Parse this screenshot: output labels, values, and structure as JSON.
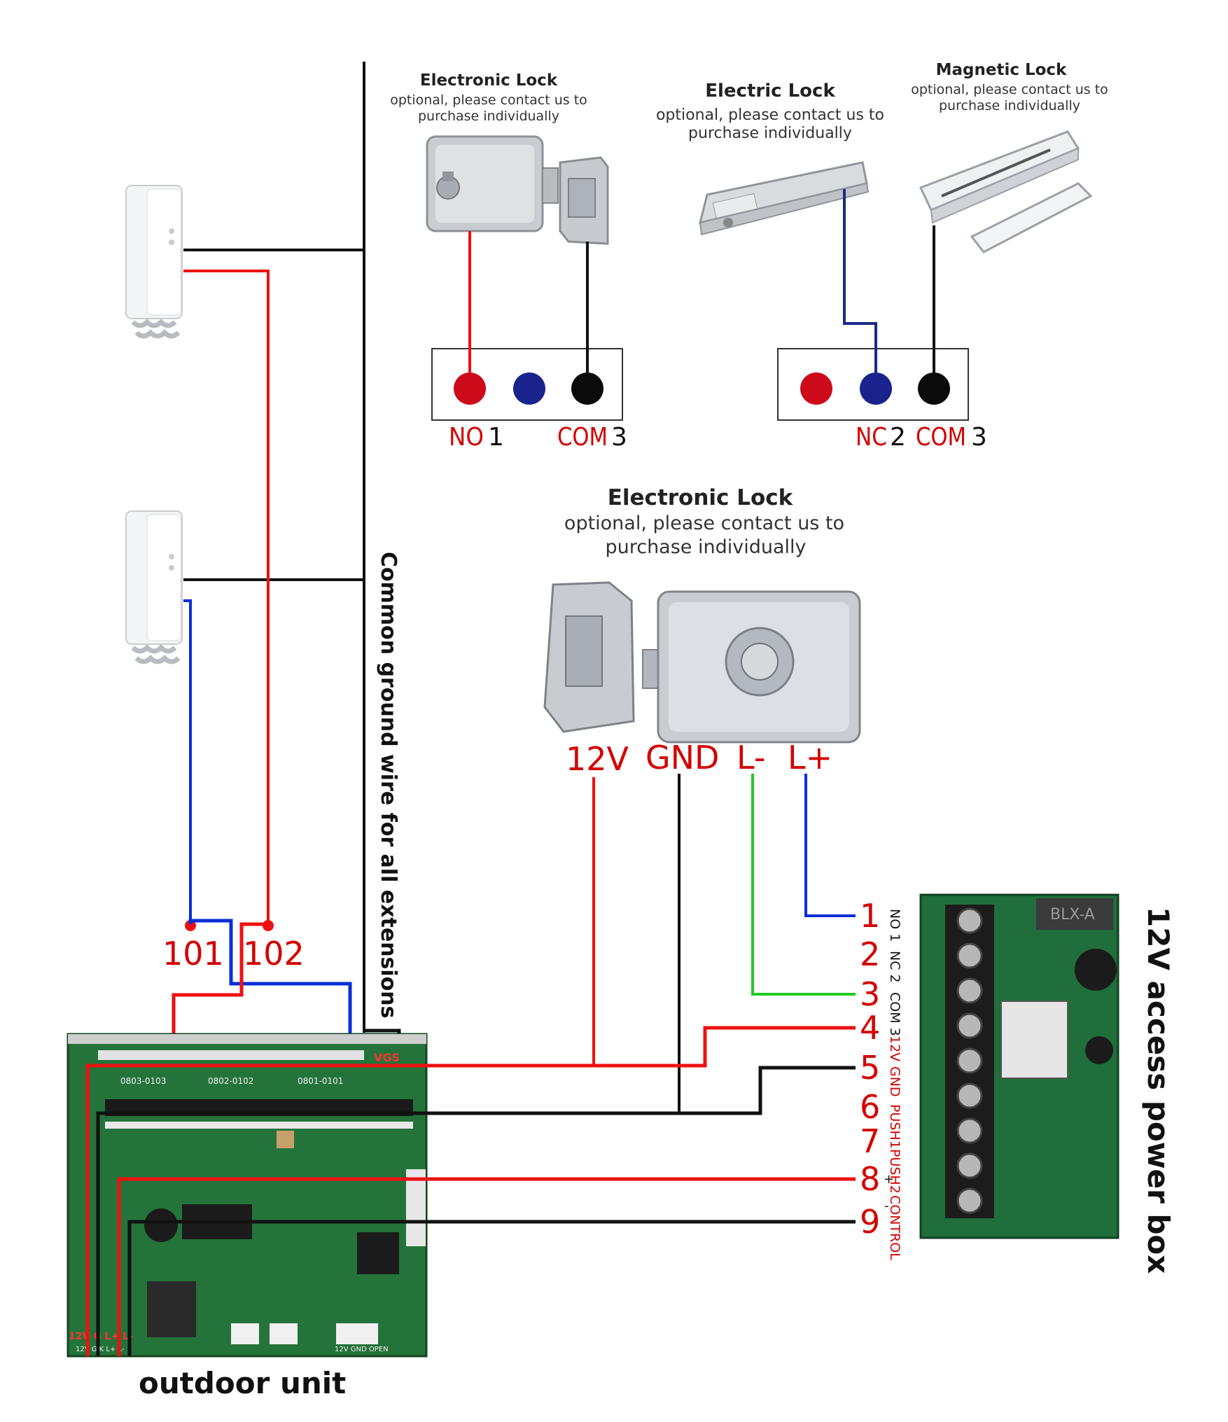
{
  "colors": {
    "red": "#ee1111",
    "black": "#111111",
    "blue": "#0a2ed8",
    "dark_blue": "#1a2a8a",
    "green": "#22cc22",
    "board_green": "#1f6b34",
    "label_red": "#d40000"
  },
  "locks": {
    "electronic_top": {
      "title": "Electronic Lock",
      "line1": "optional, please contact us to",
      "line2": "purchase individually",
      "label_left": "NO",
      "label_left_num": "1",
      "label_right": "COM",
      "label_right_num": "3"
    },
    "electric": {
      "title": "Electric Lock",
      "line1": "optional, please contact us to",
      "line2": "purchase individually"
    },
    "magnetic": {
      "title": "Magnetic Lock",
      "line1": "optional, please contact us to",
      "line2": "purchase individually",
      "label_left": "NC",
      "label_left_num": "2",
      "label_right": "COM",
      "label_right_num": "3"
    },
    "electronic_middle": {
      "title": "Electronic Lock",
      "line1": "optional, please contact us to",
      "line2": "purchase individually",
      "terminals": [
        "12V",
        "GND",
        "L-",
        "L+"
      ]
    }
  },
  "ground_label": "Common ground wire for all extensions",
  "extensions": {
    "label_101": "101",
    "label_102": "102"
  },
  "outdoor_unit": {
    "label": "outdoor unit",
    "vgs": "VGS",
    "bottom_terminals": "12V G L+ L-",
    "bottom_silk": "12V  G  K  L+  L-",
    "silk_ranges": [
      "0803-0103",
      "0802-0102",
      "0801-0101"
    ],
    "open_silk": "12V GND OPEN"
  },
  "power_box": {
    "title": "12V access power box",
    "numbers": [
      "1",
      "2",
      "3",
      "4",
      "5",
      "6",
      "7",
      "8",
      "9"
    ],
    "labels": [
      "NO 1",
      "NC 2",
      "COM 3",
      "12V",
      "GND",
      "PUSH1",
      "PUSH2",
      "CONTROL",
      ""
    ],
    "plus_sign": "+",
    "minus_sign": "-",
    "module_text": "BLX-A"
  }
}
